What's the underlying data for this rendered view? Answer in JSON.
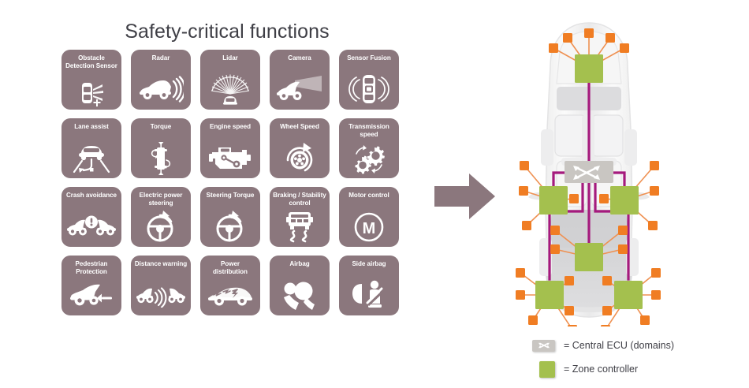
{
  "left": {
    "title": "Safety-critical functions",
    "tiles": [
      {
        "label": "Obstacle Detection Sensor",
        "icon": "obstacle-detection-sensor-icon"
      },
      {
        "label": "Radar",
        "icon": "radar-icon"
      },
      {
        "label": "Lidar",
        "icon": "lidar-icon"
      },
      {
        "label": "Camera",
        "icon": "camera-icon"
      },
      {
        "label": "Sensor Fusion",
        "icon": "sensor-fusion-icon"
      },
      {
        "label": "Lane assist",
        "icon": "lane-assist-icon"
      },
      {
        "label": "Torque",
        "icon": "torque-icon"
      },
      {
        "label": "Engine speed",
        "icon": "engine-speed-icon"
      },
      {
        "label": "Wheel Speed",
        "icon": "wheel-speed-icon"
      },
      {
        "label": "Transmission speed",
        "icon": "transmission-speed-icon"
      },
      {
        "label": "Crash avoidance",
        "icon": "crash-avoidance-icon"
      },
      {
        "label": "Electric power steering",
        "icon": "electric-power-steering-icon"
      },
      {
        "label": "Steering Torque",
        "icon": "steering-torque-icon"
      },
      {
        "label": "Braking / Stability control",
        "icon": "braking-stability-control-icon"
      },
      {
        "label": "Motor control",
        "icon": "motor-control-icon"
      },
      {
        "label": "Pedestrian Protection",
        "icon": "pedestrian-protection-icon"
      },
      {
        "label": "Distance warning",
        "icon": "distance-warning-icon"
      },
      {
        "label": "Power distribution",
        "icon": "power-distribution-icon"
      },
      {
        "label": "Airbag",
        "icon": "airbag-icon"
      },
      {
        "label": "Side airbag",
        "icon": "side-airbag-icon"
      }
    ]
  },
  "arrow": {
    "icon": "right-arrow-icon"
  },
  "right": {
    "diagram_name": "vehicle-zonal-architecture-diagram",
    "legend": [
      {
        "swatch": "central-ecu-swatch",
        "icon": "shuffle-icon",
        "text": "= Central ECU (domains)"
      },
      {
        "swatch": "zone-controller-swatch",
        "text": "= Zone controller"
      }
    ]
  },
  "colors": {
    "tile_bg": "#8b777d",
    "tile_text": "#ffffff",
    "title_text": "#3f3f46",
    "arrow": "#8b777d",
    "zone_controller_green": "#a4c04e",
    "central_ecu_gray": "#c9c6c2",
    "sensor_orange": "#f07d23",
    "sensor_link_orange": "#ef9152",
    "backbone_magenta": "#a51a7d",
    "car_body_gray": "#d5d5d6",
    "page_bg": "#ffffff"
  }
}
